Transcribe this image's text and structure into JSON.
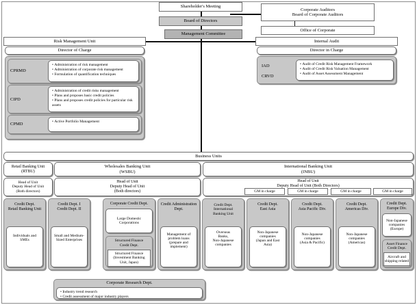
{
  "top": {
    "shareholders_meeting": "Shareholder's Meeting",
    "board_of_directors": "Board of Directors",
    "management_committee": "Management Committee",
    "corporate_auditors": "Corporate Auditors\nBoard of Corporate Auditors",
    "corporate_auditors_line1": "Corporate Auditors",
    "corporate_auditors_line2": "Board of Corporate Auditors",
    "office_of_corporate": "Office of Corporate"
  },
  "risk_unit": {
    "title": "Risk Management Unit",
    "director": "Director of Charge",
    "groups": [
      {
        "code": "CPRMD",
        "items": [
          "Administration of risk management",
          "Administration of corporate risk management",
          "Formulation of quantification techniques"
        ]
      },
      {
        "code": "CIPD",
        "items": [
          "Administration of credit risks management",
          "Plans and proposes basic credit policies",
          "Plans and proposes credit policies for particular risk assets"
        ]
      },
      {
        "code": "CPMD",
        "items": [
          "Active Portfolio Management"
        ]
      }
    ]
  },
  "audit_unit": {
    "title": "Internal Audit",
    "director": "Director in Charge",
    "code_1": "IAD",
    "code_2": "CRVD",
    "items": [
      "Audit of Credit Risk Management Framework",
      "Audit of Credit Risk Valuation Management",
      "Audit of Asset Assessment Management"
    ]
  },
  "business_units": {
    "title": "Business Units",
    "units": [
      {
        "name_line1": "Retail Banking Unit",
        "name_line2": "(RTBU)",
        "head_line1": "Head of Unit",
        "head_line2": "Deputy Head of Unit",
        "head_line3": "(Both directors)"
      },
      {
        "name_line1": "Wholesales Banking Unit",
        "name_line2": "(WSBU)",
        "head_line1": "Head of Unit",
        "head_line2": "Deputy Head of Unit",
        "head_line3": "(Both directors)"
      },
      {
        "name_line1": "International Banking Unit",
        "name_line2": "(INBU)",
        "head_line1": "Head of Unit",
        "head_line2": "Deputy Head of Unit (Both Directors)",
        "gm_label": "GM in charge",
        "gm_count": 4
      }
    ]
  },
  "departments": [
    {
      "title_line1": "Credit Dept.",
      "title_line2": "Retail Banking Unit",
      "scope_line1": "Individuals and",
      "scope_line2": "SMEs"
    },
    {
      "title_line1": "Credit Dept. I",
      "title_line2": "Credit Dept. II",
      "scope_line1": "Small and Medium-",
      "scope_line2": "Sized Enterprises"
    },
    {
      "title_line1": "Corporate Credit Dept.",
      "title_line2": "",
      "scope_line1": "Large Domestic",
      "scope_line2": "Corporations",
      "sub_title_line1": "Structured Finance",
      "sub_title_line2": "Credit Dept.",
      "sub_scope_line1": "Structured Finance",
      "sub_scope_line2": "(Investment Banking",
      "sub_scope_line3": "Unit, Japan)"
    },
    {
      "title_line1": "Credit Administration",
      "title_line2": "Dept.",
      "scope_line1": "Management of",
      "scope_line2": "problem loans",
      "scope_line3": "(prepare and",
      "scope_line4": "implement)"
    },
    {
      "title_line1": "Credit Dept.",
      "title_line2": "International",
      "title_line3": "Banking Unit",
      "scope_line1": "Overseas",
      "scope_line2": "Banks,",
      "scope_line3": "Non-Japanese",
      "scope_line4": "companies"
    },
    {
      "title_line1": "Credit Dept.",
      "title_line2": "East Asia",
      "scope_line1": "Non-Japanese",
      "scope_line2": "companies",
      "scope_line3": "(Japan and East",
      "scope_line4": "Asia)"
    },
    {
      "title_line1": "Credit Dept.",
      "title_line2": "Asia Pacific Div.",
      "scope_line1": "Non-Japanese",
      "scope_line2": "companies",
      "scope_line3": "(Asia & Pacific)"
    },
    {
      "title_line1": "Credit Dept.",
      "title_line2": "Americas Div.",
      "scope_line1": "Non-Japanese",
      "scope_line2": "companies",
      "scope_line3": "(Americas)"
    },
    {
      "title_line1": "Credit Dept.",
      "title_line2": "Europe Div.",
      "scope_line1": "Non-Japanese",
      "scope_line2": "companies",
      "scope_line3": "(Europe)",
      "sub_title_line1": "Asset Finance",
      "sub_title_line2": "Credit Dept.",
      "sub_scope_line1": "Aircraft and",
      "sub_scope_line2": "shipping related"
    }
  ],
  "research": {
    "title": "Corporate Research Dept.",
    "items": [
      "Industry trend research",
      "Credit assessment of major industry players"
    ]
  },
  "colors": {
    "grey_fill": "#c8c8c8",
    "dark_grey_fill": "#b3b3b3",
    "line": "#111111",
    "border": "#6e6e6e"
  }
}
